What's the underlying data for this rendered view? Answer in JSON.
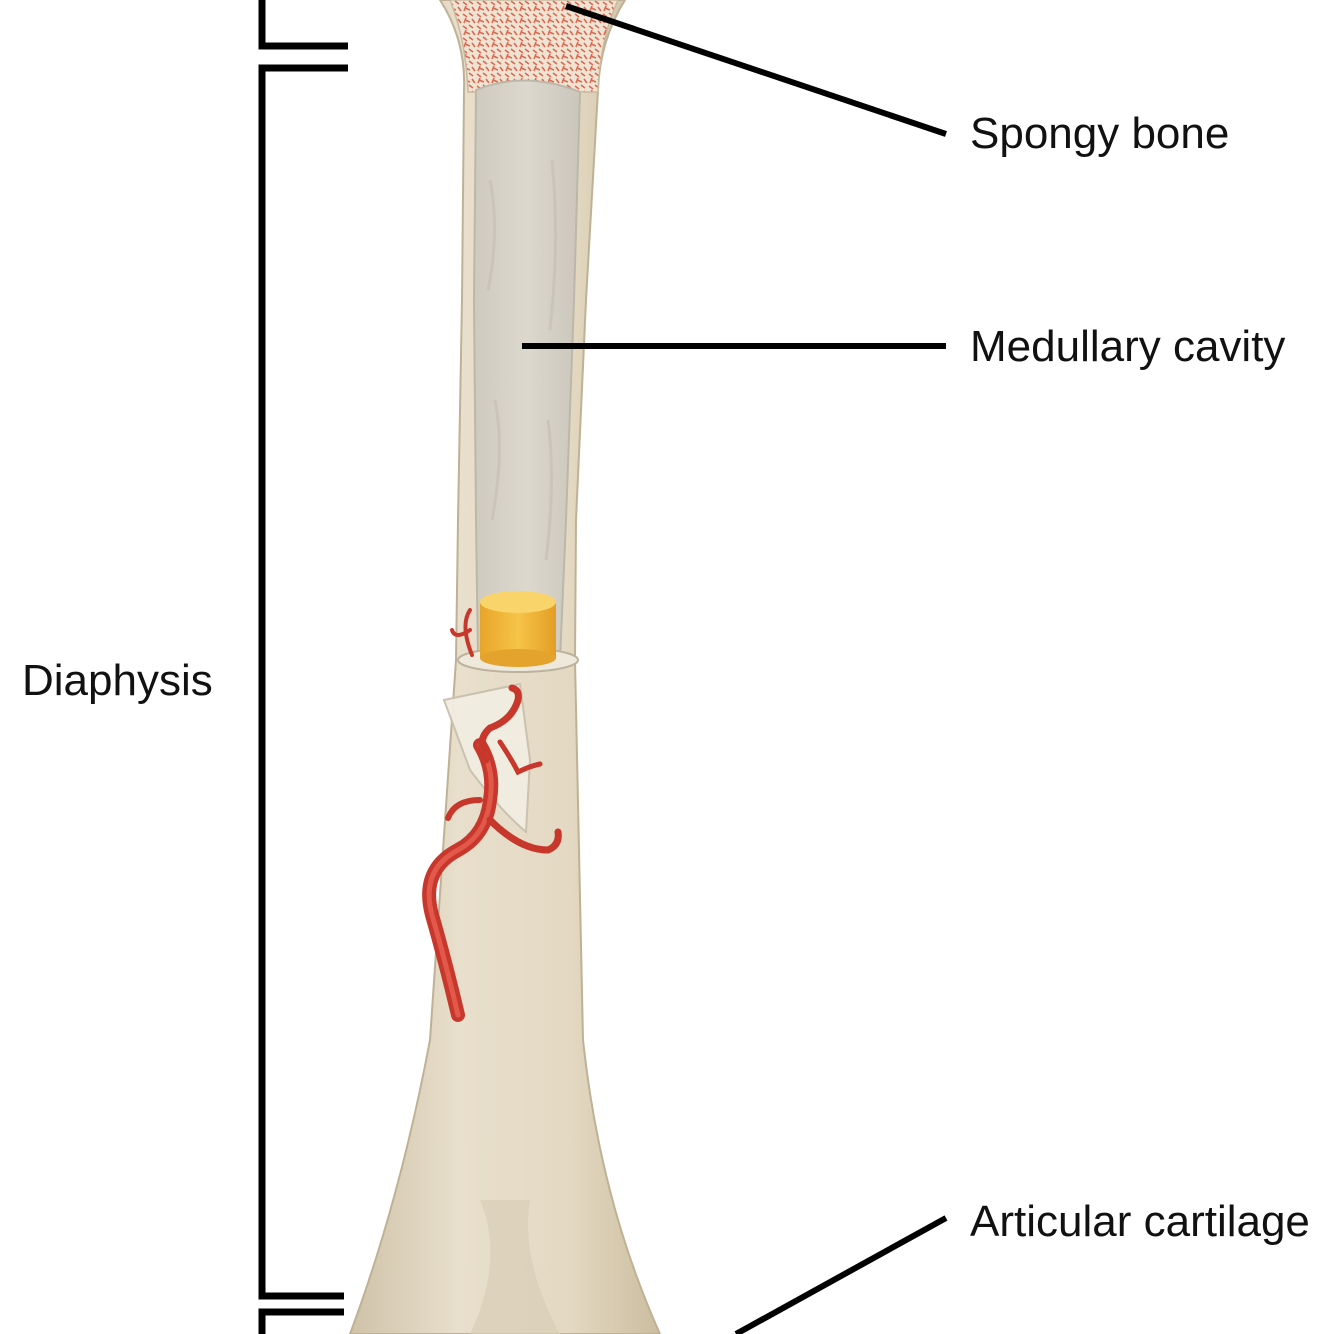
{
  "labels": {
    "spongy_bone": "Spongy bone",
    "medullary_cavity": "Medullary cavity",
    "articular_cartilage": "Articular cartilage",
    "diaphysis": "Diaphysis"
  },
  "colors": {
    "bone_shaft": "#e6dcc8",
    "bone_shadow": "#d3c6ad",
    "medullary": "#d8d4c8",
    "spongy_bone": "#d9694f",
    "spongy_bg": "#eee3d3",
    "yellow_marrow": "#f2b83a",
    "artery": "#c8372b",
    "leader_line": "#000000"
  }
}
